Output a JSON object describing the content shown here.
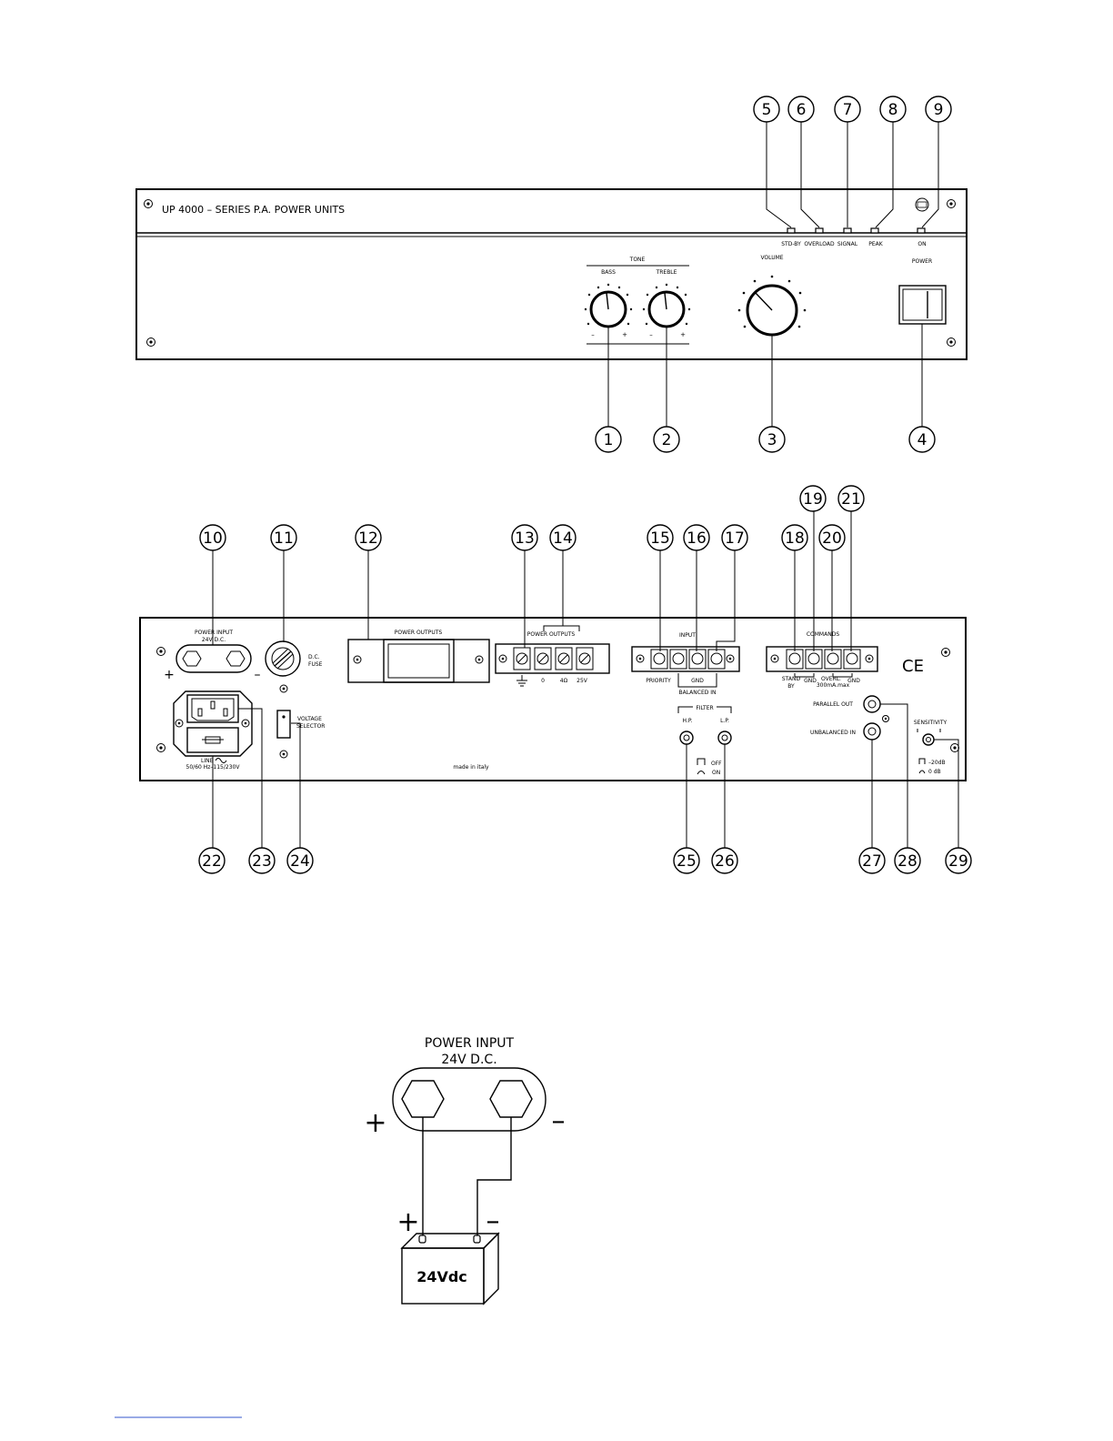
{
  "front_panel": {
    "brand_text": "UP 4000 – SERIES P.A. POWER UNITS",
    "tone_label": "TONE",
    "bass_label": "BASS",
    "treble_label": "TREBLE",
    "volume_label": "VOLUME",
    "power_label": "POWER",
    "minus": "–",
    "plus": "+",
    "leds": [
      "STD-BY",
      "OVERLOAD",
      "SIGNAL",
      "PEAK",
      "ON"
    ],
    "callouts_top": [
      "5",
      "6",
      "7",
      "8",
      "9"
    ],
    "callouts_bottom": [
      "1",
      "2",
      "3",
      "4"
    ]
  },
  "rear_panel": {
    "power_input_label": "POWER INPUT",
    "power_input_sub": "24V D.C.",
    "plus": "+",
    "minus": "–",
    "dc_fuse_1": "D.C.",
    "dc_fuse_2": "FUSE",
    "power_outputs_label": "POWER OUTPUTS",
    "power_outputs_label2": "POWER OUTPUTS",
    "terminal_labels": [
      "0",
      "4Ω",
      "25V"
    ],
    "input_label": "INPUT",
    "priority_label": "PRIORITY",
    "gnd_label": "GND",
    "balanced_in_label": "BALANCED IN",
    "commands_label": "COMMANDS",
    "stand_label": "STAND",
    "by_label": "BY",
    "gnd2_label": "GND",
    "overl_label": "OVERL.",
    "overl_sub": "300mA.max",
    "gnd3_label": "GND",
    "ce_mark": "CE",
    "voltage_1": "VOLTAGE",
    "voltage_2": "SELECTOR",
    "line_label": "LINE",
    "line_spec": "50/60 Hz–115/230V",
    "made_in": "made in italy",
    "filter_label": "FILTER",
    "hp_label": "H.P.",
    "lp_label": "L.P.",
    "off_label": "OFF",
    "on_label": "ON",
    "parallel_out_label": "PARALLEL OUT",
    "unbalanced_in_label": "UNBALANCED IN",
    "sensitivity_label": "SENSITIVITY",
    "sens_1": "–20dB",
    "sens_2": "0 dB",
    "callouts_top": [
      "10",
      "11",
      "12",
      "13",
      "14",
      "15",
      "16",
      "17",
      "18",
      "19",
      "20",
      "21"
    ],
    "callouts_bottom": [
      "22",
      "23",
      "24",
      "25",
      "26",
      "27",
      "28",
      "29"
    ]
  },
  "wiring": {
    "title_line1": "POWER INPUT",
    "title_line2": "24V D.C.",
    "plus": "+",
    "minus": "–",
    "battery_label": "24Vdc"
  }
}
